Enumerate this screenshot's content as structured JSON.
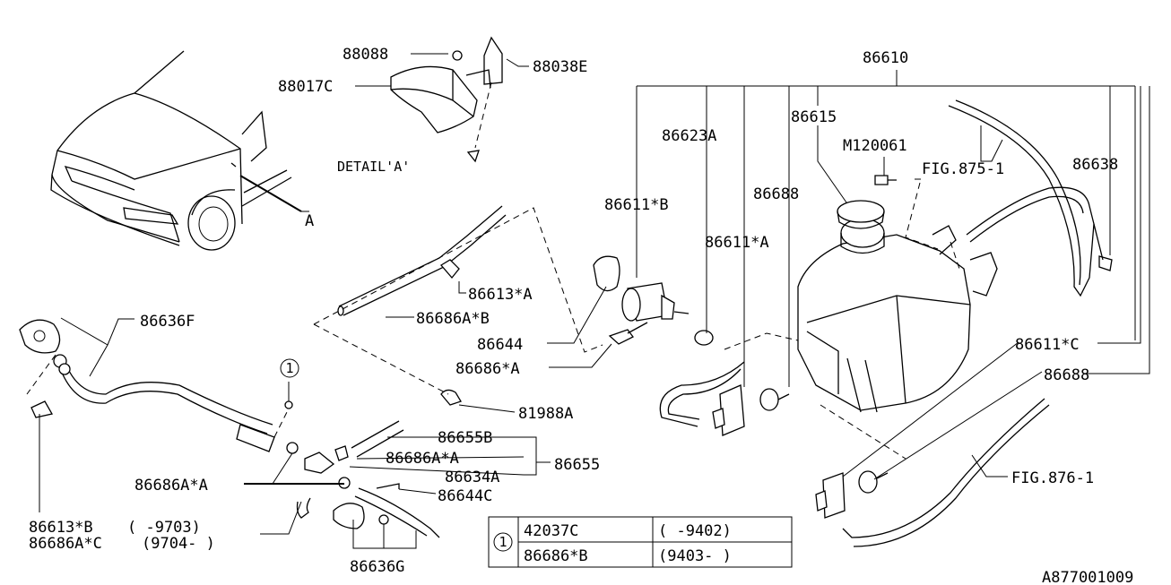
{
  "callouts": {
    "p88088": "88088",
    "p88038E": "88038E",
    "p88017C": "88017C",
    "detailA": "DETAIL'A'",
    "refA": "A",
    "p86610": "86610",
    "p86615": "86615",
    "p86623A": "86623A",
    "pM120061": "M120061",
    "fig875": "FIG.875-1",
    "p86638": "86638",
    "p86611B": "86611*B",
    "p86688top": "86688",
    "p86611A": "86611*A",
    "p86613A": "86613*A",
    "p86686AB": "86686A*B",
    "p86636F": "86636F",
    "p86644": "86644",
    "p86686A": "86686*A",
    "p86611C": "86611*C",
    "p86688right": "86688",
    "circle1": "1",
    "p81988A": "81988A",
    "p86655B": "86655B",
    "p86686AA_mid": "86686A*A",
    "p86655": "86655",
    "p86634A": "86634A",
    "p86686AA_left": "86686A*A",
    "p86644C": "86644C",
    "fig876": "FIG.876-1",
    "p86613B": "86613*B",
    "range9703": "(    -9703)",
    "p86686AC": "86686A*C",
    "range9704": "(9704-    )",
    "p86636G": "86636G",
    "diagramId": "A877001009"
  },
  "table": {
    "marker": "1",
    "rows": [
      {
        "part": "42037C",
        "range": "(    -9402)"
      },
      {
        "part": "86686*B",
        "range": "(9403-    )"
      }
    ]
  }
}
